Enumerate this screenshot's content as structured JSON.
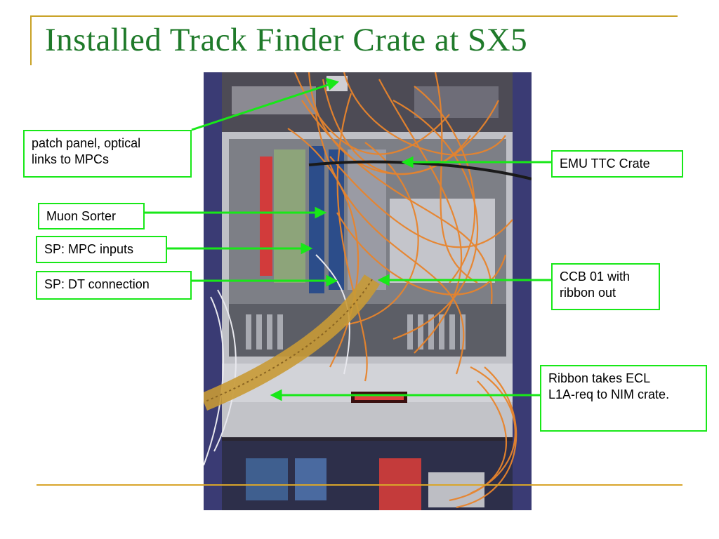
{
  "slide": {
    "title": "Installed Track Finder Crate at SX5"
  },
  "photo": {
    "description_icon": "equipment-rack-photo"
  },
  "callouts": {
    "patch_panel": {
      "line1": "patch panel, optical",
      "line2": "links to MPCs"
    },
    "muon_sorter": {
      "line1": "Muon Sorter"
    },
    "sp_mpc": {
      "line1": "SP: MPC inputs"
    },
    "sp_dt": {
      "line1": "SP: DT connection"
    },
    "emu_ttc": {
      "line1": "EMU TTC Crate"
    },
    "ccb": {
      "line1": "CCB 01 with",
      "line2": "ribbon out"
    },
    "ribbon": {
      "line1": "Ribbon takes ECL",
      "line2": "L1A-req to NIM crate."
    }
  },
  "colors": {
    "title": "#1f7a2a",
    "accent_rule": "#d8a52a",
    "callout_border": "#18e818",
    "arrow": "#18e818"
  }
}
